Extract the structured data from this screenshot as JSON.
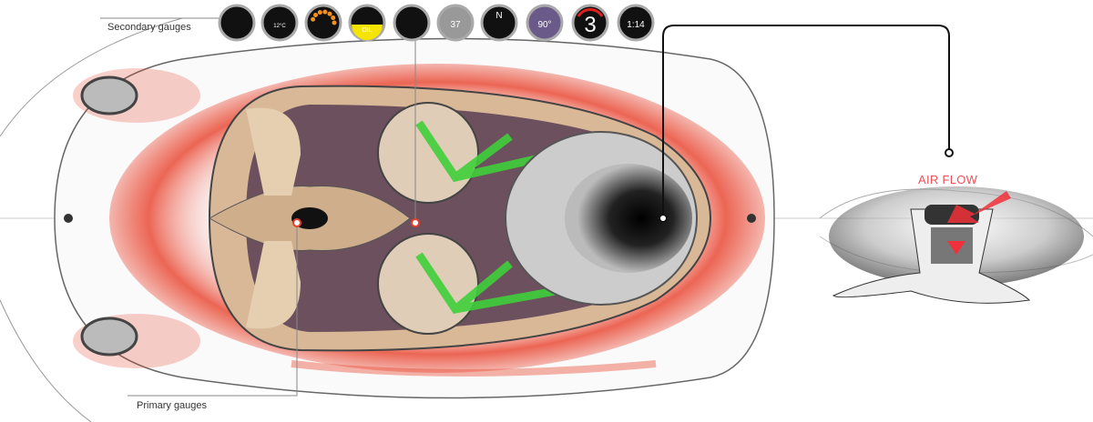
{
  "labels": {
    "secondary_gauges": "Secondary gauges",
    "primary_gauges": "Primary gauges",
    "air_flow": "AIR FLOW"
  },
  "gauges": [
    {
      "icon": "oil-level-gauge-icon",
      "text": ""
    },
    {
      "icon": "weather-storm-icon",
      "text": "12°C"
    },
    {
      "icon": "fuel-level-icon",
      "text": ""
    },
    {
      "icon": "oil-warning-icon",
      "text": "OIL"
    },
    {
      "icon": "tire-pressure-icon",
      "text": ""
    },
    {
      "icon": "speedometer-icon",
      "text": "37"
    },
    {
      "icon": "compass-icon",
      "text": "N"
    },
    {
      "icon": "climate-dial-icon",
      "text": "90°"
    },
    {
      "icon": "gear-indicator-icon",
      "text": "3"
    },
    {
      "icon": "clock-icon",
      "text": "1:14"
    }
  ],
  "colors": {
    "accent_red": "#e8402a",
    "seatbelt_green": "#3ecf3a",
    "label_red": "#f0505a",
    "interior_tan": "#d8b896"
  }
}
